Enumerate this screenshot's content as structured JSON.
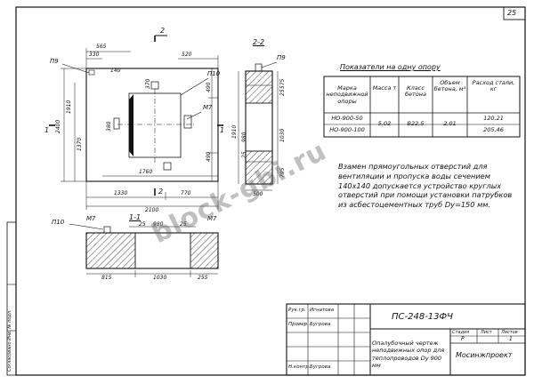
{
  "sheet": {
    "number": "25"
  },
  "views": {
    "main": {
      "section_mark_top": "2",
      "label_p9": "П9",
      "label_p10": "П10",
      "label_m7": "М7",
      "label_section_left": "1",
      "label_section_right": "1",
      "label_section_bottom": "2",
      "dims": {
        "d565": "565",
        "d330": "330",
        "d520": "520",
        "d140": "140",
        "d370": "370",
        "d490a": "490",
        "d380": "380",
        "d490b": "490",
        "d1760": "1760",
        "d1330": "1330",
        "d770": "770",
        "d2100": "2100",
        "d2400": "2400",
        "d1910": "1910",
        "d1370": "1370"
      }
    },
    "section22": {
      "title": "2-2",
      "label_p9": "П9",
      "dims": {
        "d575": "575",
        "d25a": "25",
        "d1030": "1030",
        "d980": "980",
        "d25b": "25",
        "d795": "795",
        "d500": "500",
        "d1910": "1910"
      }
    },
    "section11": {
      "title": "1-1",
      "label_p10": "П10",
      "label_m7a": "М7",
      "label_m7b": "М7",
      "dims": {
        "d25": "25",
        "d980": "980",
        "d25b": "25",
        "d815": "815",
        "d1030": "1030",
        "d255": "255"
      }
    }
  },
  "table": {
    "title": "Показатели на одну опору",
    "headers": [
      "Марка неподвижной опоры",
      "Масса т",
      "Класс бетона",
      "Объем бетона, м³",
      "Расход стали, кг"
    ],
    "rows": [
      [
        "НО-900-50",
        "5,02",
        "B22,5",
        "2,01",
        "120,21"
      ],
      [
        "НО-900-100",
        "",
        "",
        "",
        "205,46"
      ]
    ]
  },
  "note": "Взамен прямоугольных отверстий для вентиляции и пропуска воды сечением 140х140 допускается устройство круглых отверстий при помощи установки патрубков из асбестоцементных труб Dу=150 мм.",
  "title_block": {
    "code": "ПС-248-13ФЧ",
    "description": "Опалубочный чертеж неподвижных опор для теплопроводов Dу 900 мм",
    "org": "Мосинжпроект",
    "stage_label": "Стадия",
    "stage": "Р",
    "sheet_label": "Лист",
    "sheet": "",
    "sheets_label": "Листов",
    "sheets": "1",
    "rows": [
      {
        "role": "Рук.гр.",
        "name": "Игнатова"
      },
      {
        "role": "Провер.",
        "name": "Бугрова"
      },
      {
        "role": "",
        "name": ""
      },
      {
        "role": "",
        "name": ""
      },
      {
        "role": "Н.контр.",
        "name": "Бугрова"
      }
    ]
  },
  "side_stamp": "Согласовано  Инв. № подл.",
  "watermark": "block-gbi.ru"
}
